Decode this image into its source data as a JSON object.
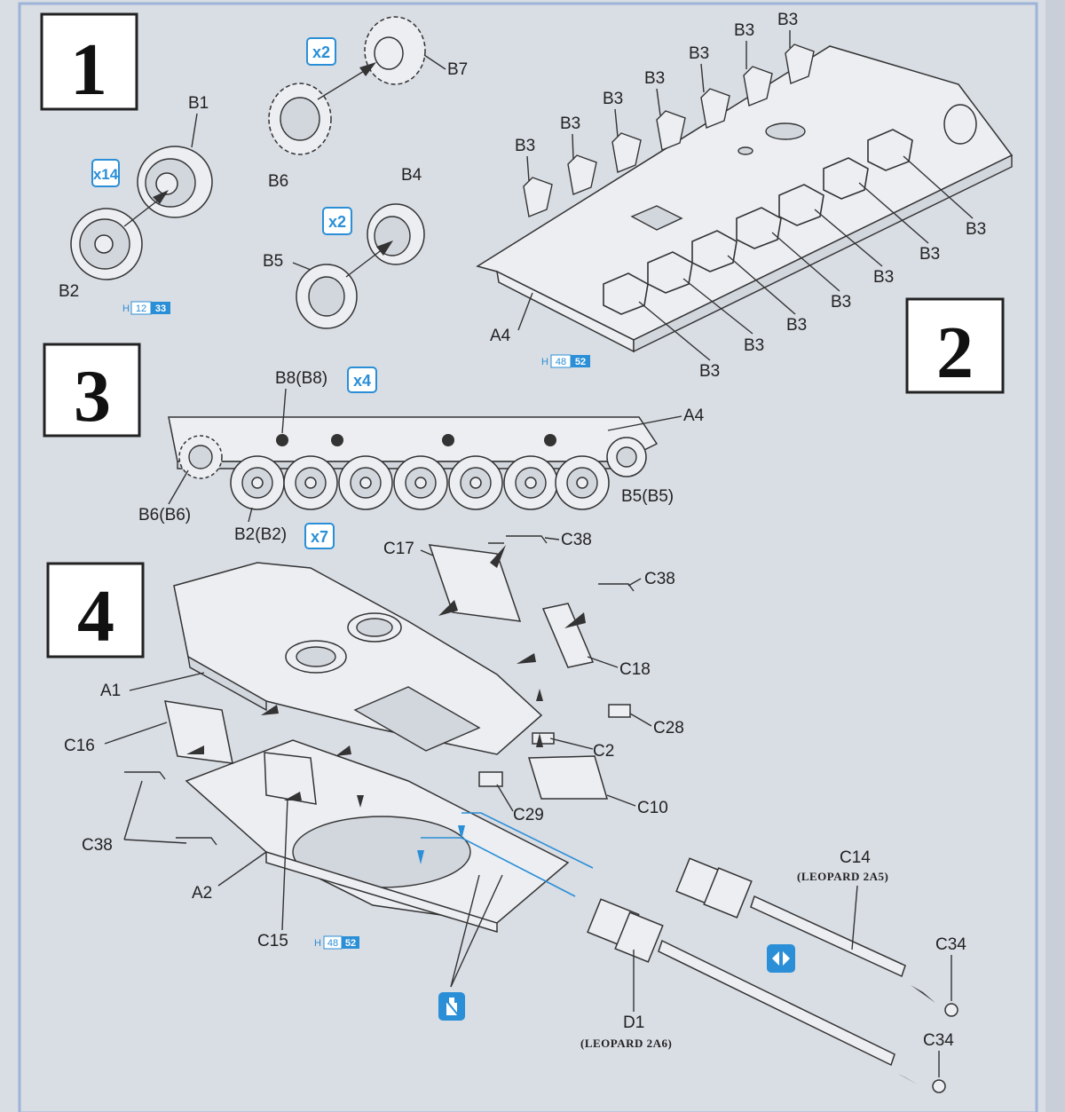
{
  "page": {
    "accent": "#2a8fd6",
    "background": "#d9dde4"
  },
  "steps": [
    {
      "number": "1"
    },
    {
      "number": "2"
    },
    {
      "number": "3"
    },
    {
      "number": "4"
    }
  ],
  "step1": {
    "multipliers": {
      "wheels": "x14",
      "sprocket": "x2",
      "idler": "x2"
    },
    "labels": {
      "b1": "B1",
      "b2": "B2",
      "b4": "B4",
      "b5": "B5",
      "b6": "B6",
      "b7": "B7"
    },
    "ref": {
      "prefix": "H",
      "a": "12",
      "b": "33"
    }
  },
  "step2": {
    "labels": {
      "b3": "B3",
      "a4": "A4"
    },
    "ref": {
      "prefix": "H",
      "a": "48",
      "b": "52"
    }
  },
  "step3": {
    "labels": {
      "b8": "B8(B8)",
      "a4": "A4",
      "b6": "B6(B6)",
      "b2": "B2(B2)",
      "b5": "B5(B5)"
    },
    "multipliers": {
      "b8": "x4",
      "b2": "x7"
    }
  },
  "step4": {
    "labels": {
      "c17": "C17",
      "c38": "C38",
      "c18": "C18",
      "a1": "A1",
      "c16": "C16",
      "c28": "C28",
      "c2": "C2",
      "c29": "C29",
      "c10": "C10",
      "a2": "A2",
      "c15": "C15",
      "c14": "C14",
      "c34": "C34",
      "d1": "D1"
    },
    "variant_2a5": "(LEOPARD 2A5)",
    "variant_2a6": "(LEOPARD 2A6)",
    "ref": {
      "prefix": "H",
      "a": "48",
      "b": "52"
    }
  },
  "icons": [
    "swap-variant-icon",
    "glue-do-not-use-icon"
  ]
}
